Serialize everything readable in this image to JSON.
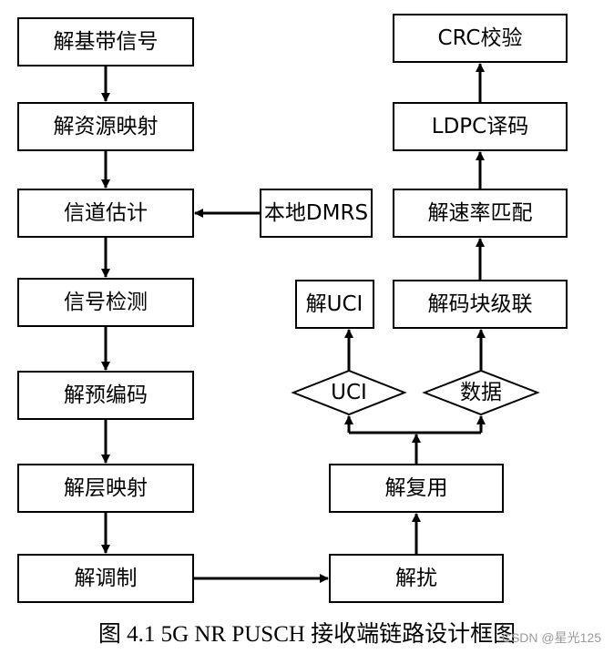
{
  "nodes": {
    "demod_baseband": "解基带信号",
    "demap_resource": "解资源映射",
    "channel_estimation": "信道估计",
    "local_dmrs": "本地DMRS",
    "signal_detection": "信号检测",
    "deprecoding": "解预编码",
    "layer_demapping": "解层映射",
    "demodulation": "解调制",
    "descrambling": "解扰",
    "demultiplexing": "解复用",
    "uci_branch": "UCI",
    "data_branch": "数据",
    "uci_decode": "解UCI",
    "code_block_concat": "解码块级联",
    "rate_dematching": "解速率匹配",
    "ldpc_decode": "LDPC译码",
    "crc_check": "CRC校验"
  },
  "caption": "图 4.1 5G NR PUSCH 接收端链路设计框图",
  "watermark": "CSDN @星光125"
}
